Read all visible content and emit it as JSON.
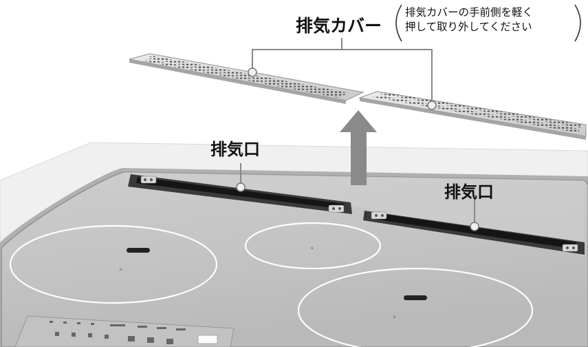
{
  "labels": {
    "cover_title": "排気カバー",
    "cover_note_line1": "排気カバーの手前側を軽く",
    "cover_note_line2": "押して取り外してください",
    "vent_left": "排気口",
    "vent_right": "排気口"
  },
  "colors": {
    "countertop": "#f0f0f0",
    "cooktop_glass": "#c6c6c6",
    "leader_line": "#888888",
    "arrow": "#8a8a8a",
    "burner_ring": "#ffffff",
    "cover": "#dcdcdc"
  },
  "illustration": {
    "items": [
      "exhaust-cover-left",
      "exhaust-cover-right",
      "lift-arrow",
      "exhaust-vent-left",
      "exhaust-vent-right",
      "burner-left",
      "burner-rear-center",
      "burner-front-right",
      "control-panel"
    ]
  }
}
